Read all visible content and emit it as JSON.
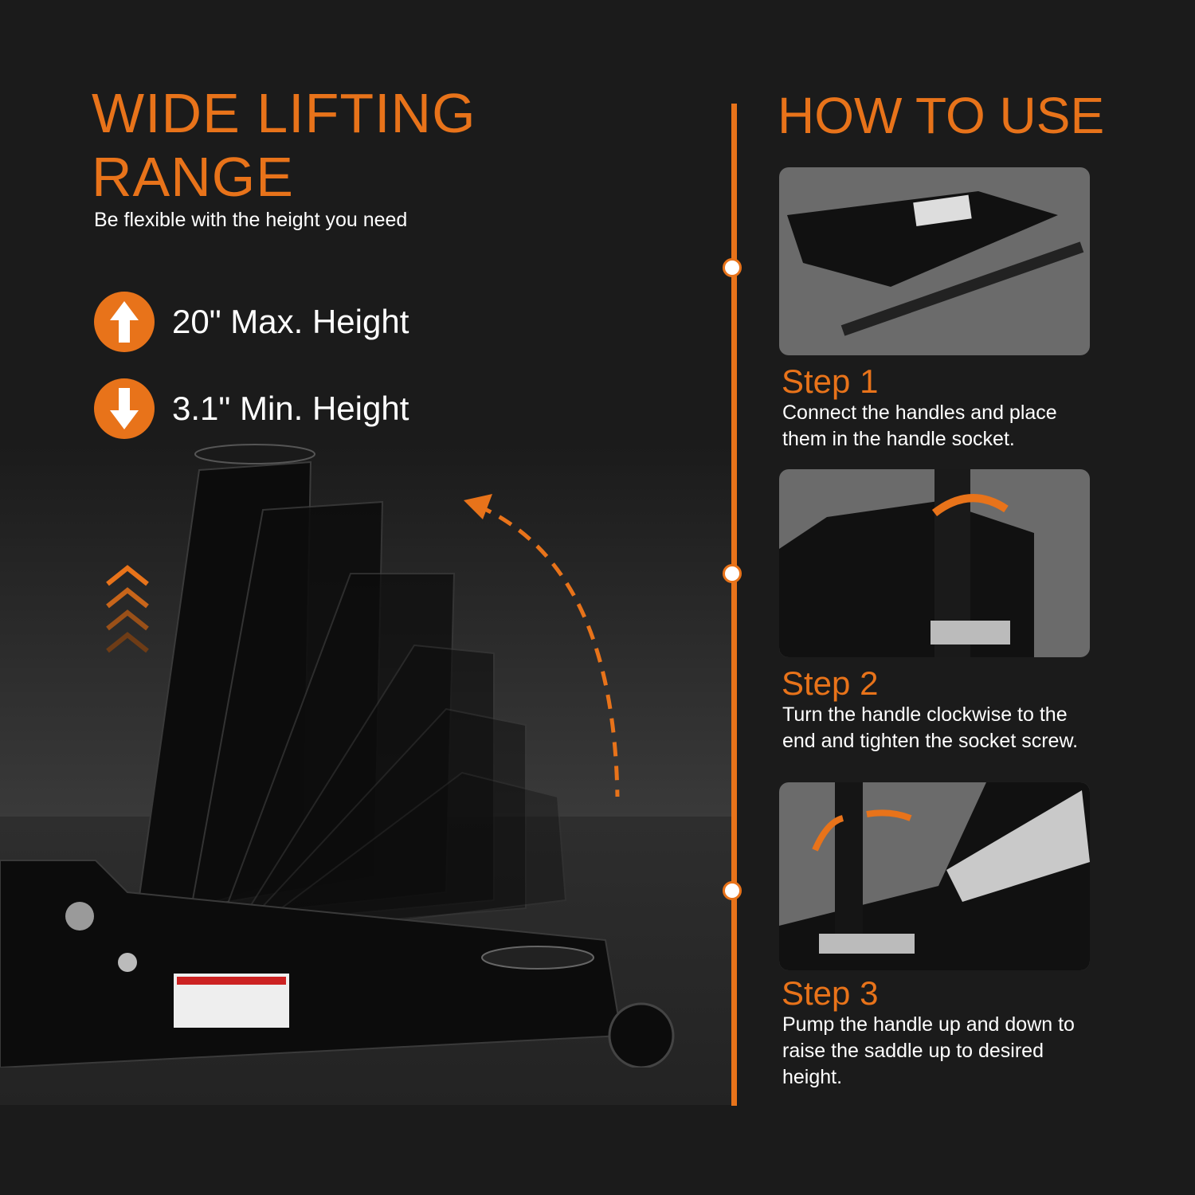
{
  "left": {
    "title_line1": "WIDE LIFTING",
    "title_line2": "RANGE",
    "subtitle": "Be flexible with the height you need",
    "specs": [
      {
        "icon": "arrow-up-icon",
        "label": "20\" Max. Height"
      },
      {
        "icon": "arrow-down-icon",
        "label": "3.1\" Min. Height"
      }
    ]
  },
  "right": {
    "title": "HOW TO USE",
    "steps": [
      {
        "title": "Step 1",
        "desc": "Connect the handles and place them in the handle socket."
      },
      {
        "title": "Step 2",
        "desc": "Turn the handle clockwise to the end and tighten the socket screw."
      },
      {
        "title": "Step 3",
        "desc": "Pump the handle up and down to raise the saddle up to desired height."
      }
    ]
  },
  "colors": {
    "accent": "#e8731a",
    "background": "#1b1b1b"
  }
}
